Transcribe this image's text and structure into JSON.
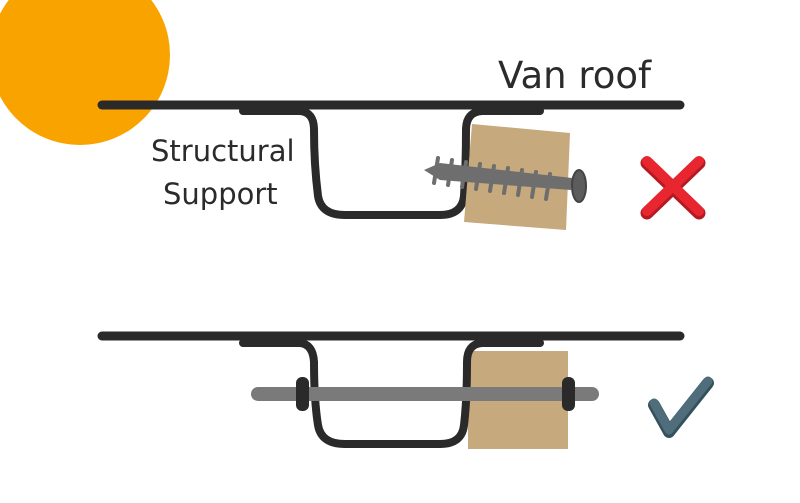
{
  "labels": {
    "roof": "Van roof",
    "support_line1": "Structural",
    "support_line2": "Support"
  },
  "colors": {
    "sun": "#f9a300",
    "metal": "#2a2a2a",
    "wood": "#c6a97c",
    "screw": "#6e6e6e",
    "bolt": "#7a7a7a",
    "cross": "#e8262f",
    "check": "#4f6d7a"
  },
  "icons": {
    "wrong": "cross-icon",
    "right": "check-icon"
  }
}
